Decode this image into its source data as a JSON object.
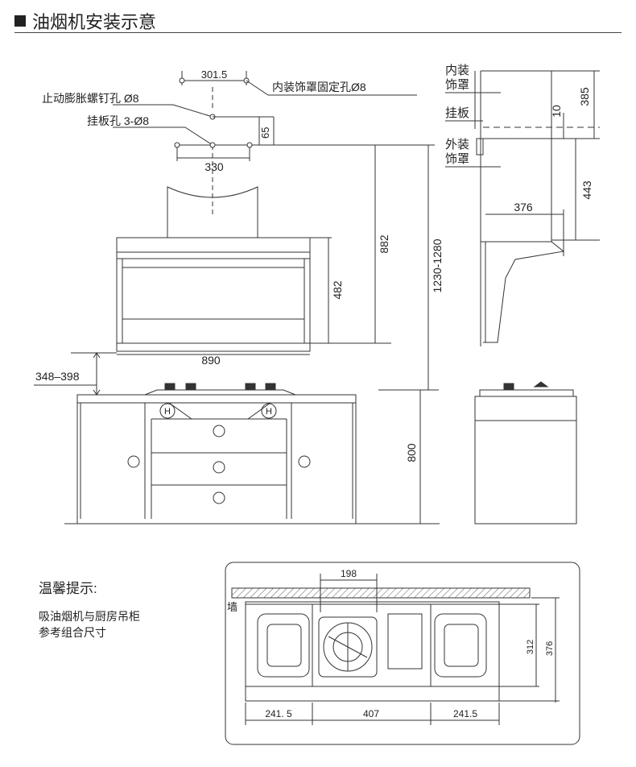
{
  "header": {
    "title": "油烟机安装示意"
  },
  "front_view": {
    "labels": {
      "dim_301_5": "301.5",
      "inner_cover_hole": "内装饰罩固定孔Ø8",
      "anchor_hole": "止动膨胀螺钉孔 Ø8",
      "hang_plate_hole": "挂板孔 3-Ø8",
      "dim_330": "330",
      "dim_65": "65",
      "dim_882": "882",
      "dim_1230_1280": "1230-1280",
      "dim_482": "482",
      "dim_890": "890",
      "dim_348_398": "348–398",
      "dim_800": "800"
    }
  },
  "side_view": {
    "labels": {
      "inner_cover_1": "内装",
      "inner_cover_2": "饰罩",
      "hang_plate": "挂板",
      "outer_cover_1": "外装",
      "outer_cover_2": "饰罩",
      "dim_385": "385",
      "dim_10": "10",
      "dim_443": "443",
      "dim_376": "376"
    }
  },
  "top_view": {
    "labels": {
      "wall": "墙",
      "dim_198": "198",
      "dim_312": "312",
      "dim_376": "376",
      "dim_241_5_left": "241. 5",
      "dim_407": "407",
      "dim_241_5_right": "241.5"
    }
  },
  "tip": {
    "title": "温馨提示:",
    "lines": [
      "吸油烟机与厨房吊柜",
      "参考组合尺寸"
    ]
  }
}
